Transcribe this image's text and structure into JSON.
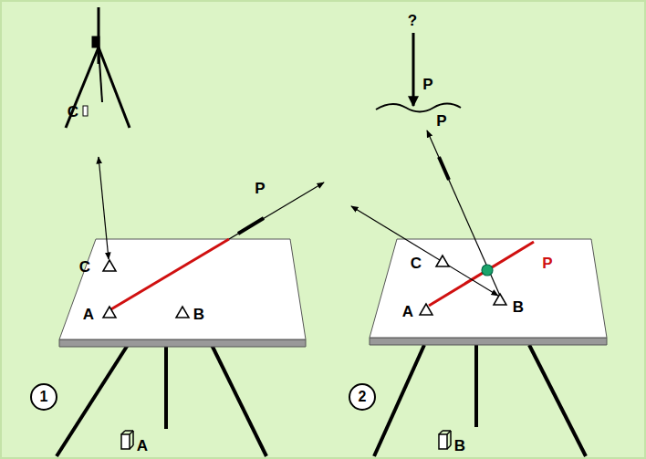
{
  "diagram": {
    "nodes": [
      {
        "text": [
          "1"
        ]
      },
      {
        "text": [
          "2"
        ]
      }
    ],
    "labels": [
      "C",
      "?",
      "P",
      "P",
      "P",
      "C",
      "A",
      "B",
      "C",
      "P",
      "A",
      "B",
      "A",
      "B"
    ]
  }
}
